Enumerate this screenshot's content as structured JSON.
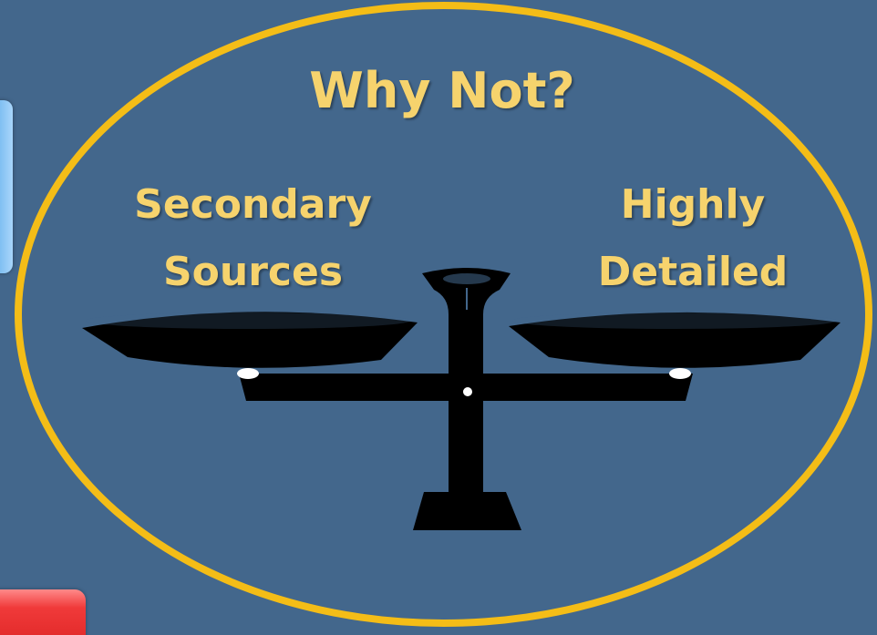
{
  "slide": {
    "heading": "Why Not?",
    "left_label": [
      "Secondary",
      "Sources"
    ],
    "right_label": [
      "Highly",
      "Detailed"
    ],
    "colors": {
      "background": "#43678c",
      "oval_border": "#f4bd17",
      "text": "#f6d36d",
      "scale": "#000000",
      "side_tab_blue": "#6fb6ee",
      "side_tab_red": "#e62c2c"
    },
    "icons": {
      "illustration": "balance-scale-icon"
    }
  }
}
